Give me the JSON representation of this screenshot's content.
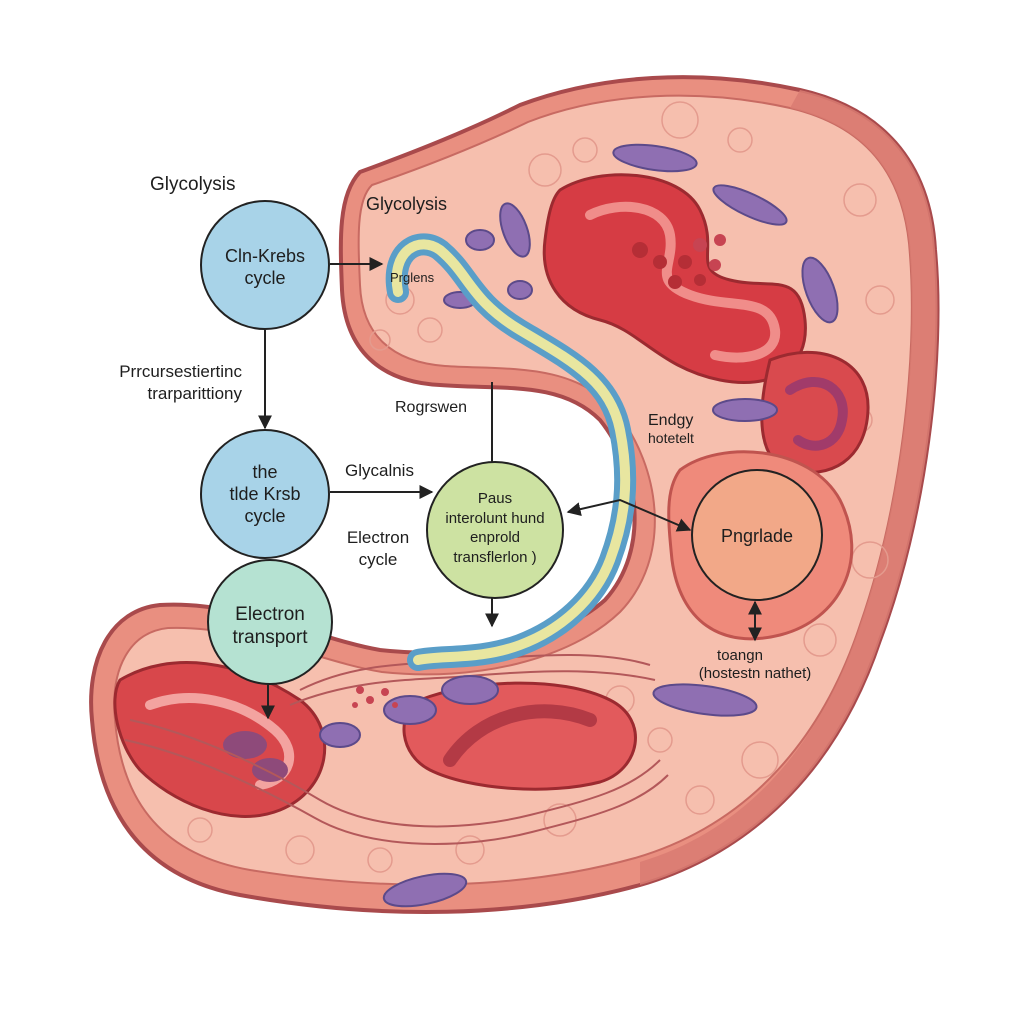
{
  "labels": {
    "top_left_title": "Glycolysis",
    "cell_title": "Glycolysis",
    "cell_small": "Prglens",
    "left_process": [
      "Prrcursestiertinc",
      "trarparittiony"
    ],
    "middle_label": "Rogrswen",
    "arrow_label": "Glycalnis",
    "electron_cycle": [
      "Electron",
      "cycle"
    ],
    "energy_label": [
      "Endgy",
      "hotetelt"
    ],
    "bottom_right_label": [
      "toangn",
      "(hostestn nathet)"
    ]
  },
  "nodes": {
    "krebs_top": [
      "Cln-Krebs",
      "cycle"
    ],
    "krebs_mid": [
      "the",
      "tlde Krsb",
      "cycle"
    ],
    "electron_transport": [
      "Electron",
      "transport"
    ],
    "green_center": [
      "Paus",
      "interolunt hund",
      "enprold",
      "transflerlon )"
    ],
    "orange_right": "Pngrlade"
  },
  "colors": {
    "blue_node": "#a8d3e8",
    "teal_node": "#b5e2d2",
    "green_node": "#cde2a2",
    "orange_node": "#f2a888",
    "cell_fill": "#f4b8a6",
    "cell_outline": "#b85a58",
    "organelle_red": "#d8474b",
    "organelle_purple": "#8a6fb0"
  }
}
